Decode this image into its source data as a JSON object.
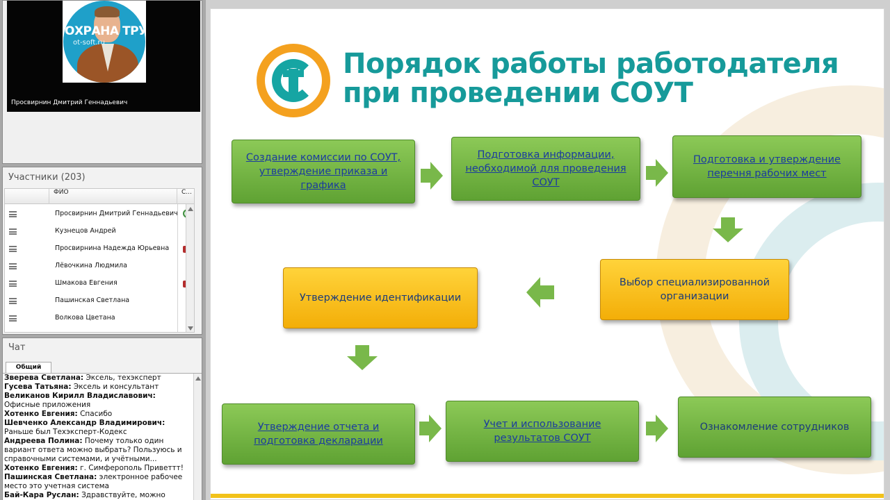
{
  "video": {
    "speaker": "Просвирнин Дмитрий Геннадьевич",
    "avatar_brand": "ОХРАНА ТРУ",
    "avatar_site": "ot-soft.ru"
  },
  "participants": {
    "title": "Участники (203)",
    "columns": [
      "",
      "ФИО",
      "С..."
    ],
    "rows": [
      {
        "name": "Просвирнин Дмитрий Геннадьевич",
        "status_icon": "microphone-icon"
      },
      {
        "name": "Кузнецов Андрей",
        "status_icon": ""
      },
      {
        "name": "Просвирнина Надежда Юрьевна",
        "status_icon": "camera-off-icon"
      },
      {
        "name": "Лёвочкина  Людмила",
        "status_icon": ""
      },
      {
        "name": "Шмакова Евгения",
        "status_icon": "camera-off-icon"
      },
      {
        "name": "Пашинская  Светлана",
        "status_icon": ""
      },
      {
        "name": "Волкова Цветана",
        "status_icon": ""
      }
    ]
  },
  "chat": {
    "title": "Чат",
    "tab": "Общий",
    "messages": [
      {
        "author": "Зверева Светлана:",
        "text": " Эксель, техэксперт"
      },
      {
        "author": "Гусева Татьяна:",
        "text": " Эксель и консультант"
      },
      {
        "author": "Великанов Кирилл  Владиславович:",
        "text": " Офисные приложения"
      },
      {
        "author": "Хотенко Евгения:",
        "text": " Спасибо"
      },
      {
        "author": "Шевченко Александр Владимирович:",
        "text": " Раньше был Техэксперт-Кодекс"
      },
      {
        "author": "Андреева Полина:",
        "text": " Почему только один вариант ответа можно выбрать? Пользуюсь и справочными системами, и учётными..."
      },
      {
        "author": "Хотенко Евгения:",
        "text": " г. Симферополь Приветтт!"
      },
      {
        "author": "Пашинская  Светлана:",
        "text": " электронное рабочее место это учетная система"
      },
      {
        "author": "Бай-Кара Руслан:",
        "text": " Здравствуйте, можно"
      }
    ]
  },
  "slide": {
    "title_line1": "Порядок работы работодателя",
    "title_line2": "при проведении СОУТ",
    "steps": {
      "s1": "Создание  комиссии  по СОУТ, утверждение  приказа и графика",
      "s2": "Подготовка информации, необходимой  для проведения  СОУТ",
      "s3": "Подготовка и утверждение перечня  рабочих мест",
      "s4": "Выбор специализированной организации",
      "s5": "Утверждение  идентификации",
      "s6": "Утверждение  отчета и подготовка  декларации",
      "s7": "Учет и использование результатов  СОУТ",
      "s8": "Ознакомление  сотрудников"
    },
    "colors": {
      "green": "#6fb241",
      "yellow": "#f7bd14",
      "title": "#169a9a",
      "logo_orange": "#f4a11f"
    }
  }
}
